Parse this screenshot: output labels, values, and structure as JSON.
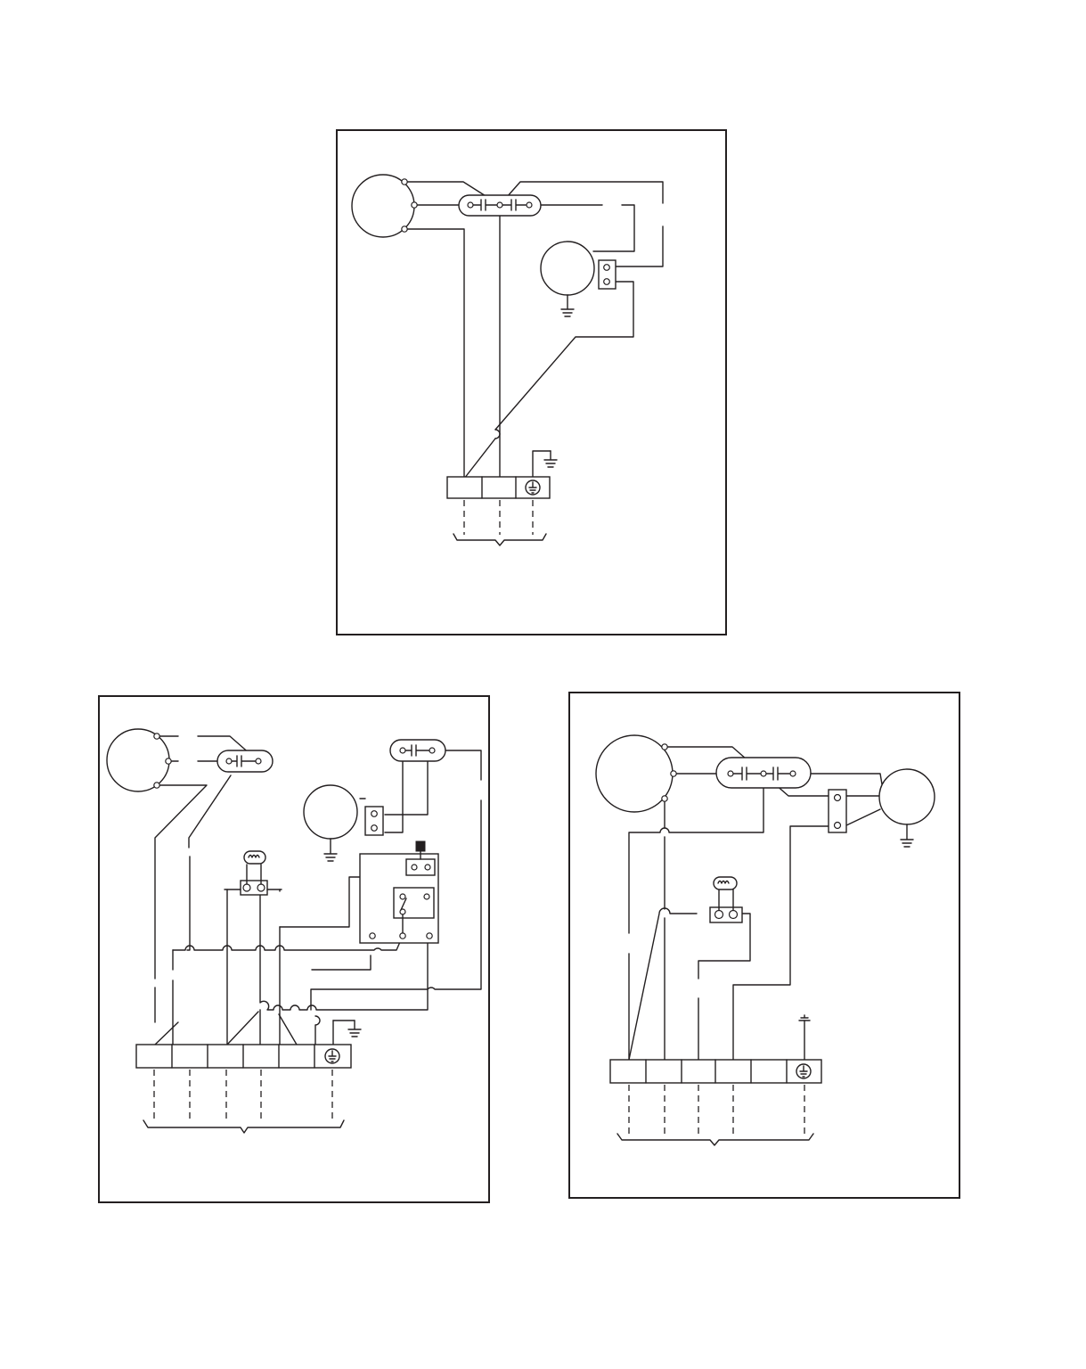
{
  "page": {
    "background": "#ffffff",
    "ink": "#231f20"
  },
  "diagrams": [
    {
      "id": "top",
      "components": [
        "motor",
        "run-capacitor",
        "fan-motor",
        "terminal-block",
        "ground-terminal"
      ]
    },
    {
      "id": "bottom-left",
      "components": [
        "motor",
        "run-capacitor",
        "fan-motor",
        "capacitor",
        "thermostat",
        "relay",
        "terminal-block",
        "ground-terminal"
      ]
    },
    {
      "id": "bottom-right",
      "components": [
        "motor",
        "run-capacitor",
        "fan-motor",
        "thermostat",
        "terminal-block",
        "ground-terminal"
      ]
    }
  ]
}
